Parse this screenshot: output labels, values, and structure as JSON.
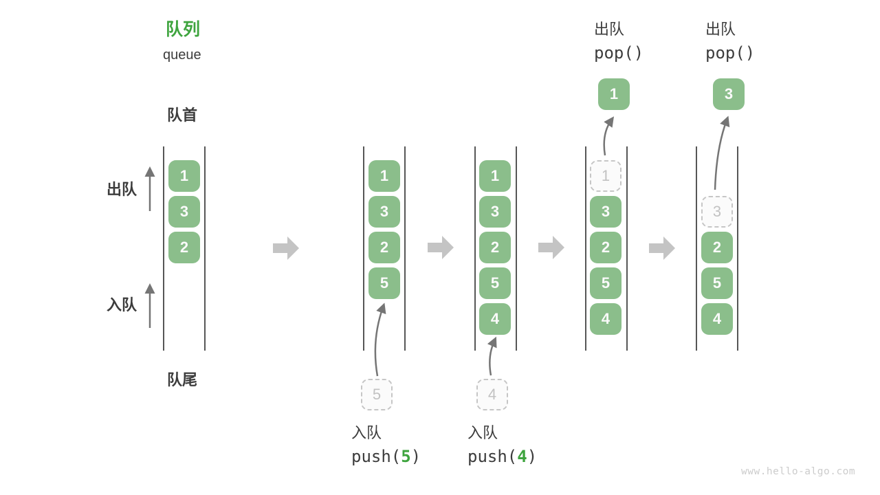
{
  "title": {
    "zh": "队列",
    "en": "queue"
  },
  "labels": {
    "front": "队首",
    "rear": "队尾",
    "dequeue_side": "出队",
    "enqueue_side": "入队"
  },
  "colors": {
    "title_green": "#3EA43E",
    "box_green": "#8BBE8B",
    "dashed_gray": "#C6C6C6",
    "wall_gray": "#565656",
    "arrow_gray": "#757575",
    "block_arrow_gray": "#C4C4C4",
    "text_dark": "#3C3C3C",
    "watermark_gray": "#CCCCCC"
  },
  "columns": [
    {
      "cells": [
        {
          "v": "1"
        },
        {
          "v": "3"
        },
        {
          "v": "2"
        }
      ]
    },
    {
      "cells": [
        {
          "v": "1"
        },
        {
          "v": "3"
        },
        {
          "v": "2"
        },
        {
          "v": "5"
        }
      ]
    },
    {
      "cells": [
        {
          "v": "1"
        },
        {
          "v": "3"
        },
        {
          "v": "2"
        },
        {
          "v": "5"
        },
        {
          "v": "4"
        }
      ]
    },
    {
      "cells": [
        {
          "v": "1",
          "state": "dashed"
        },
        {
          "v": "3"
        },
        {
          "v": "2"
        },
        {
          "v": "5"
        },
        {
          "v": "4"
        }
      ]
    },
    {
      "cells": [
        {
          "v": "3",
          "state": "dashed"
        },
        {
          "v": "2"
        },
        {
          "v": "5"
        },
        {
          "v": "4"
        }
      ]
    }
  ],
  "push_ops": [
    {
      "zh": "入队",
      "code_pre": "push(",
      "arg": "5",
      "code_post": ")",
      "staging_value": "5"
    },
    {
      "zh": "入队",
      "code_pre": "push(",
      "arg": "4",
      "code_post": ")",
      "staging_value": "4"
    }
  ],
  "pop_ops": [
    {
      "zh": "出队",
      "code": "pop()",
      "popped_value": "1"
    },
    {
      "zh": "出队",
      "code": "pop()",
      "popped_value": "3"
    }
  ],
  "watermark": "www.hello-algo.com"
}
